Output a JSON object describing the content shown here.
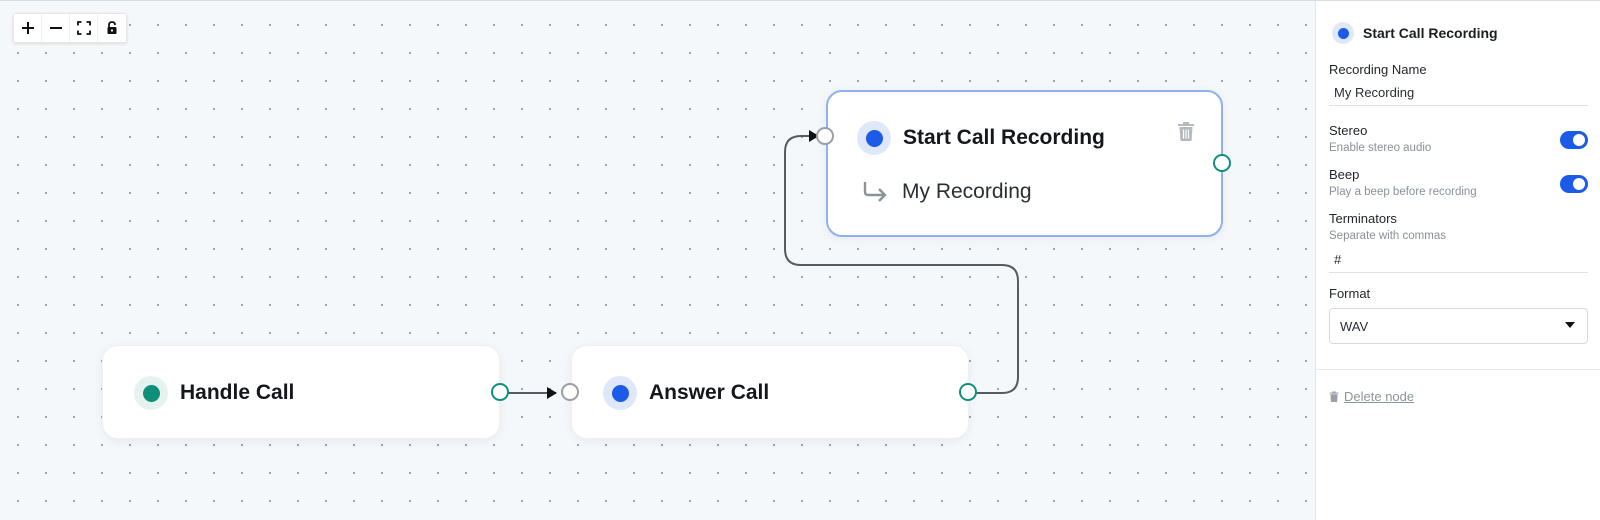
{
  "canvas": {
    "controls": [
      {
        "icon": "zoom-in-icon"
      },
      {
        "icon": "zoom-out-icon"
      },
      {
        "icon": "fit-view-icon"
      },
      {
        "icon": "lock-icon"
      }
    ],
    "nodes": {
      "handle_call": {
        "title": "Handle Call",
        "color": "#0f8f7a",
        "halo": "#e6f2f0"
      },
      "answer_call": {
        "title": "Answer Call",
        "color": "#1b5be8",
        "halo": "#dfe8fb"
      },
      "start_recording": {
        "title": "Start Call Recording",
        "subtitle": "My Recording",
        "color": "#1b5be8",
        "halo": "#dfe8fb"
      }
    }
  },
  "panel": {
    "title": "Start Call Recording",
    "recording_name": {
      "label": "Recording Name",
      "value": "My Recording"
    },
    "stereo": {
      "label": "Stereo",
      "hint": "Enable stereo audio",
      "enabled": true
    },
    "beep": {
      "label": "Beep",
      "hint": "Play a beep before recording",
      "enabled": true
    },
    "terminators": {
      "label": "Terminators",
      "hint": "Separate with commas",
      "value": "#"
    },
    "format": {
      "label": "Format",
      "value": "WAV"
    },
    "delete_label": "Delete node"
  },
  "colors": {
    "accent": "#1b5be8",
    "handle_out": "#10907c",
    "selected_border": "#8fb1ee"
  }
}
